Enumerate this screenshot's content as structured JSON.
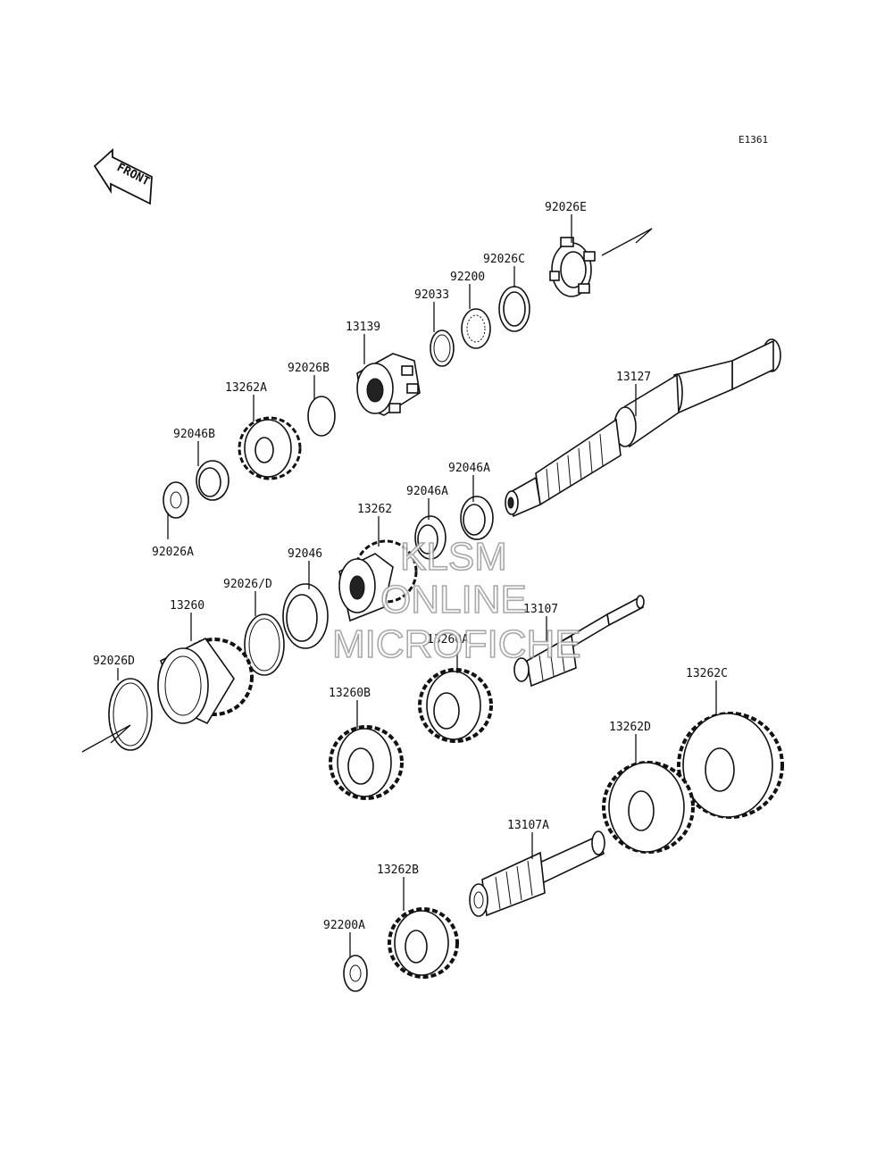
{
  "diagram": {
    "code": "E1361",
    "front_arrow_label": "FRONT",
    "watermark": [
      "KLSM",
      "ONLINE",
      "MICROFICHE"
    ],
    "labels": {
      "p92026E": "92026E",
      "p92026C": "92026C",
      "p92200": "92200",
      "p92033": "92033",
      "p13139": "13139",
      "p13127": "13127",
      "p92026B": "92026B",
      "p13262A": "13262A",
      "p92046B": "92046B",
      "p92026A": "92026A",
      "p92046A_1": "92046A",
      "p92046A_2": "92046A",
      "p13262": "13262",
      "p92046": "92046",
      "p92026D_slash": "92026/D",
      "p13260": "13260",
      "p92026D": "92026D",
      "p13107": "13107",
      "p13260A": "13260A",
      "p13260B": "13260B",
      "p13262C": "13262C",
      "p13262D": "13262D",
      "p13107A": "13107A",
      "p13262B": "13262B",
      "p92200A": "92200A"
    }
  }
}
